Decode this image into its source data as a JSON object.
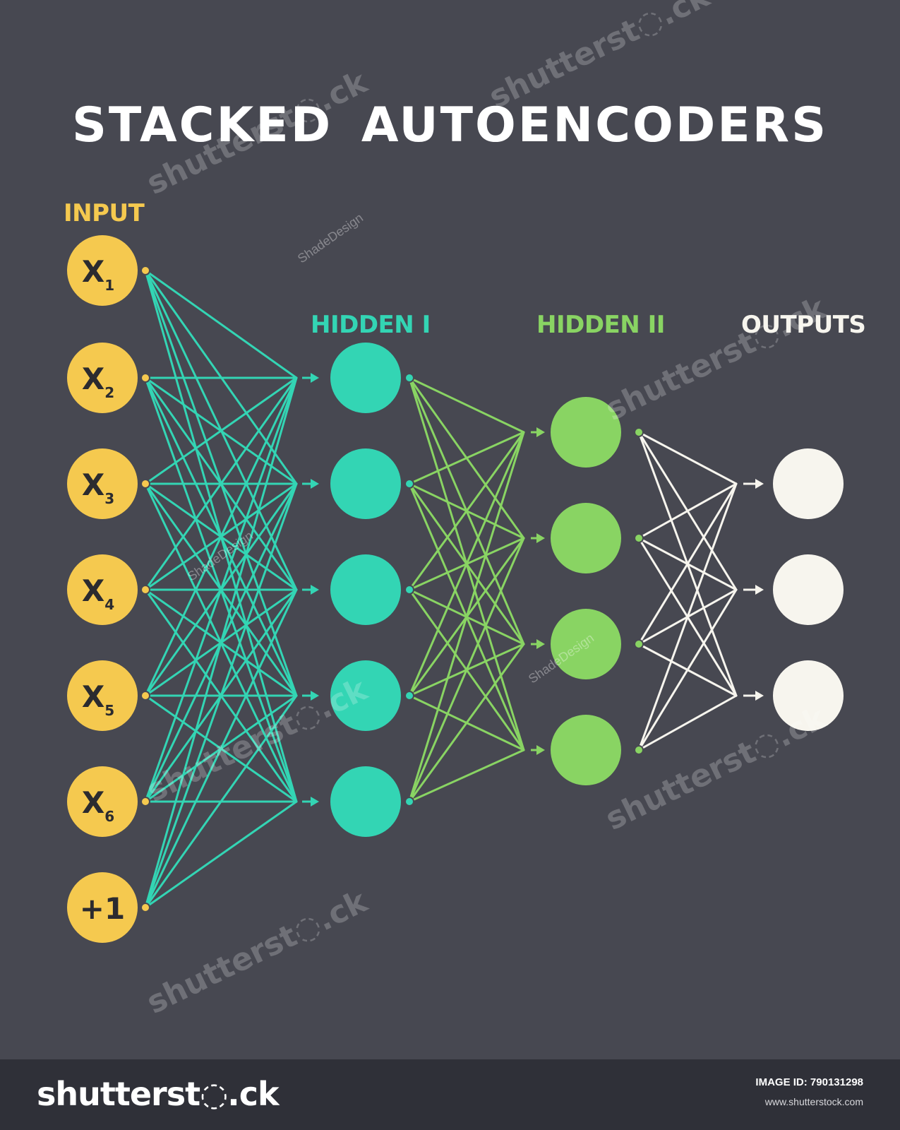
{
  "title": "STACKED  AUTOENCODERS",
  "layers": {
    "input": {
      "label": "INPUT",
      "color": "#f5c94f",
      "nodes": [
        "X1",
        "X2",
        "X3",
        "X4",
        "X5",
        "X6",
        "+1"
      ]
    },
    "hidden1": {
      "label": "HIDDEN I",
      "color": "#33d5b4",
      "node_count": 5
    },
    "hidden2": {
      "label": "HIDDEN II",
      "color": "#89d463",
      "node_count": 4
    },
    "outputs": {
      "label": "OUTPUTS",
      "color": "#f7f5ee",
      "node_count": 3
    }
  },
  "input_node_text": [
    {
      "base": "X",
      "sub": "1"
    },
    {
      "base": "X",
      "sub": "2"
    },
    {
      "base": "X",
      "sub": "3"
    },
    {
      "base": "X",
      "sub": "4"
    },
    {
      "base": "X",
      "sub": "5"
    },
    {
      "base": "X",
      "sub": "6"
    },
    {
      "base": "+1",
      "sub": ""
    }
  ],
  "colors": {
    "background": "#474851",
    "input_node_text": "#2b2b2f",
    "footer": "#2f3038"
  },
  "watermark": {
    "brand": "shutterstock",
    "brand_display": "shutterst◌.ck",
    "author": "ShadeDesign",
    "image_id_label": "IMAGE ID: 790131298",
    "site": "www.shutterstock.com"
  }
}
